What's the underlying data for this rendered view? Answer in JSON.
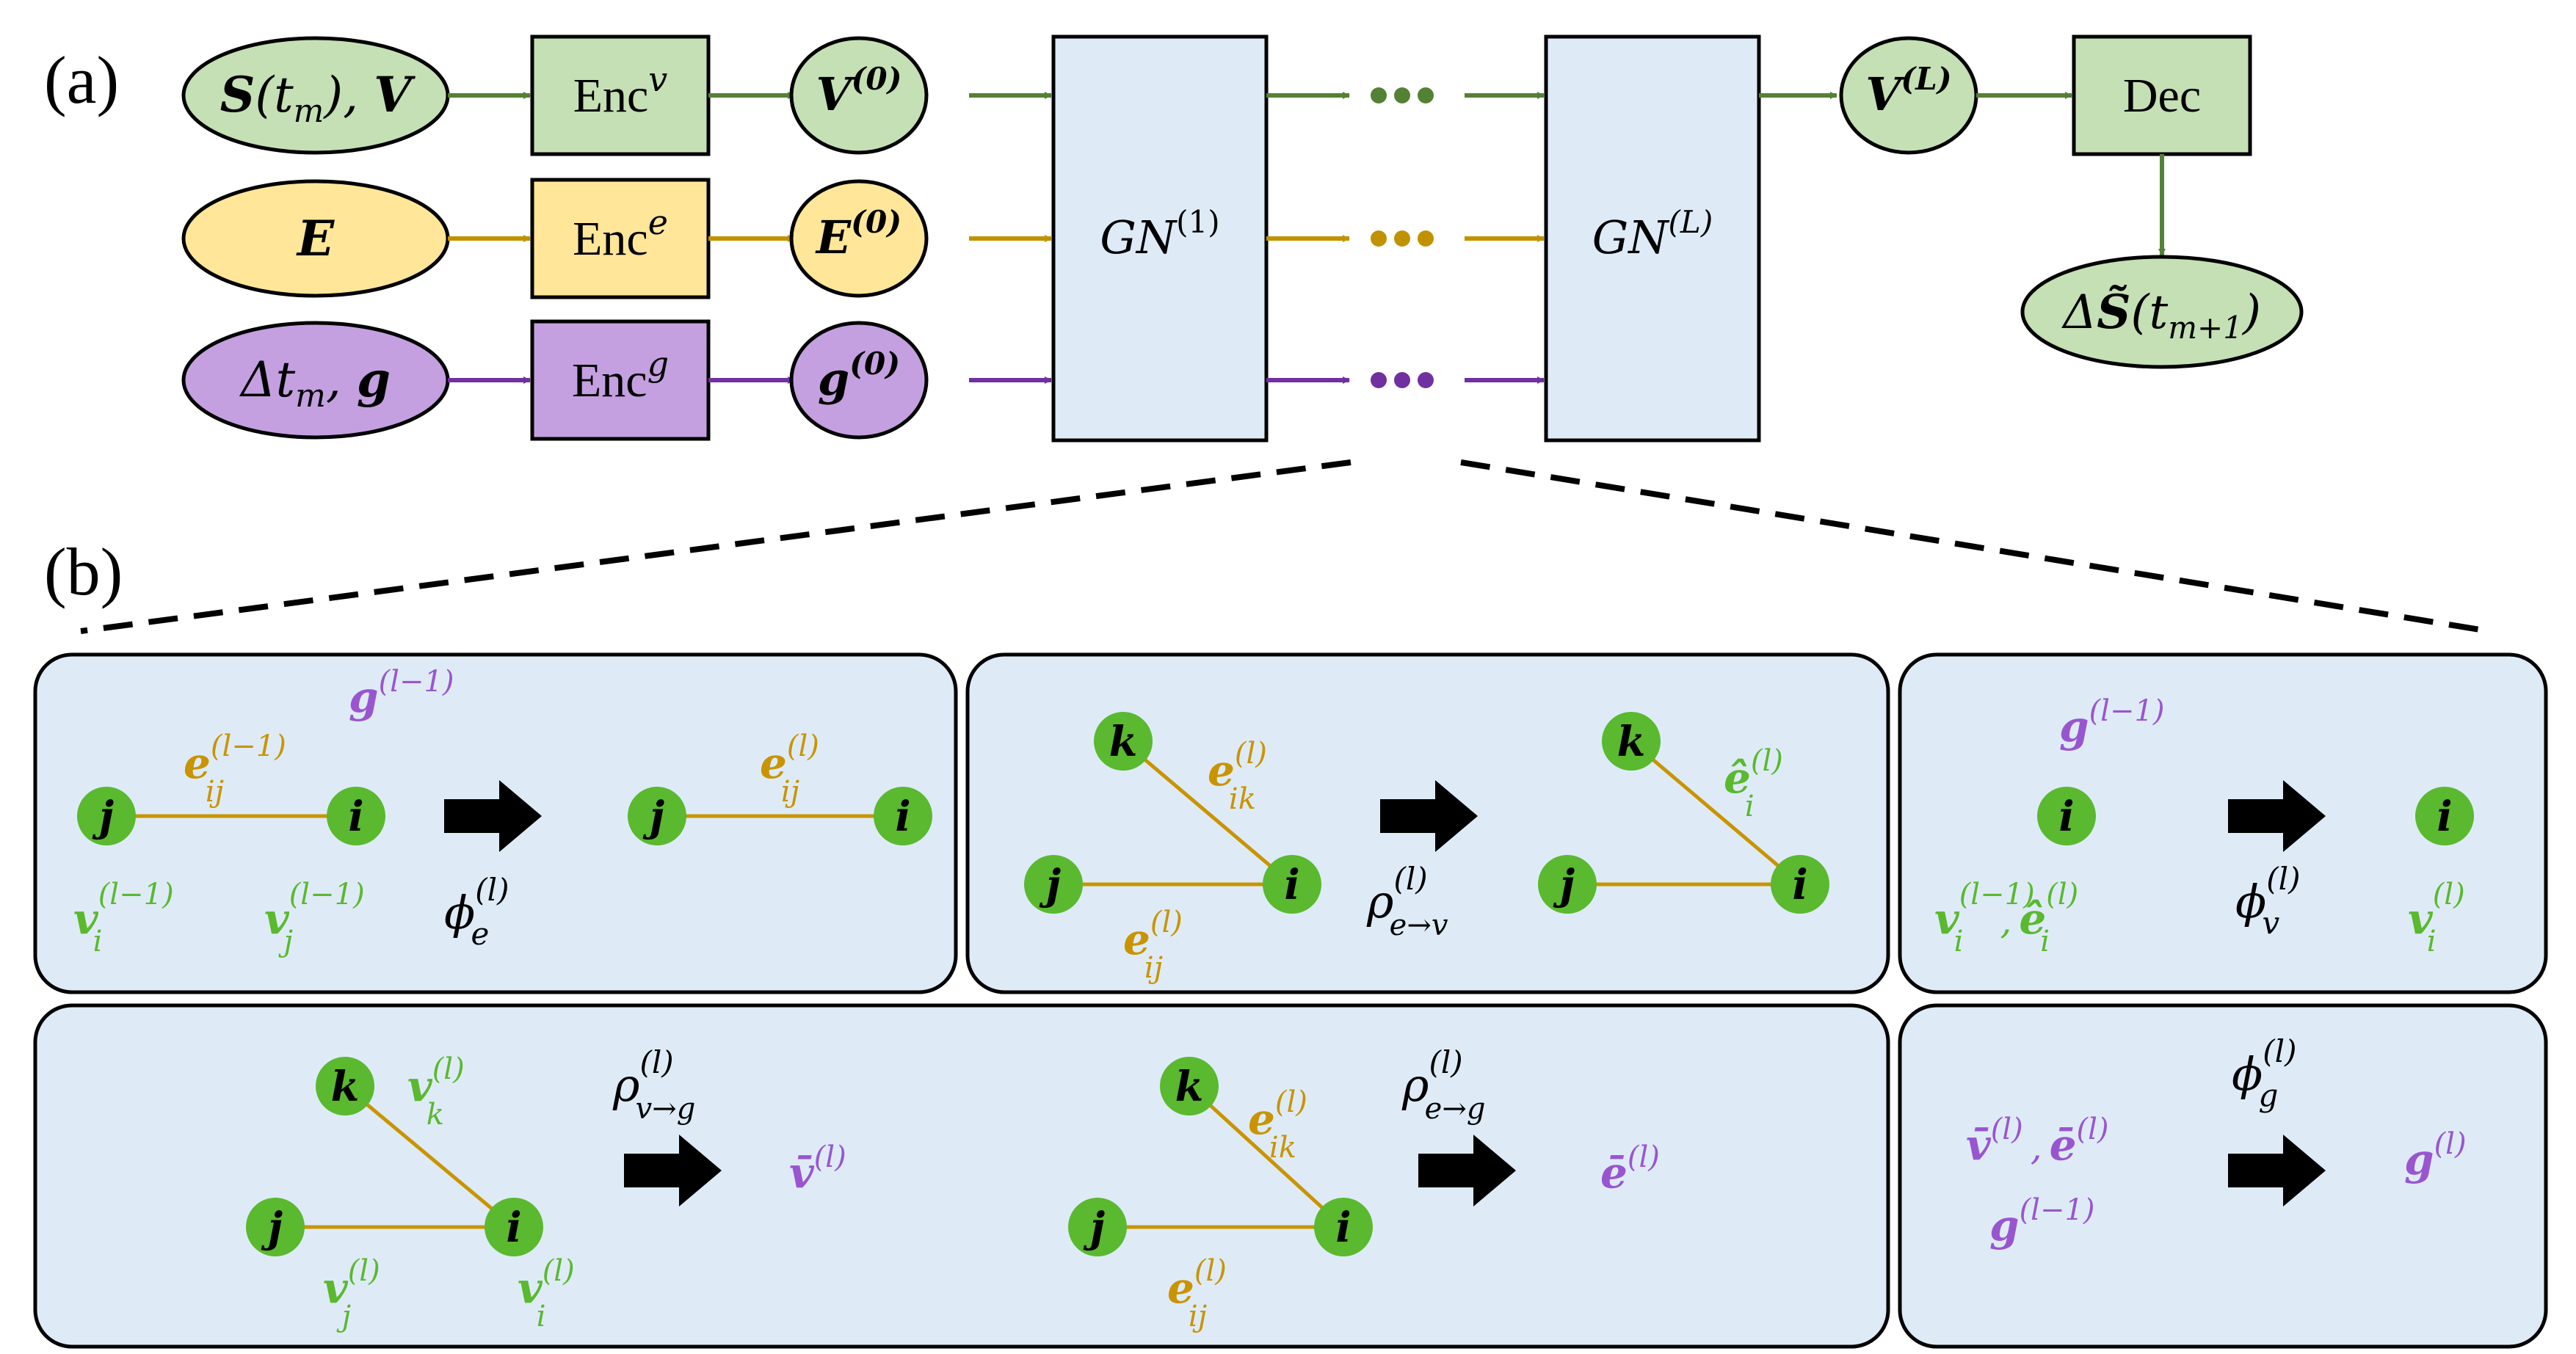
{
  "colors": {
    "green_fill": "#c5e0b4",
    "green_line": "#548235",
    "yellow_fill": "#ffe699",
    "yellow_line": "#c09200",
    "purple_fill": "#c4a0e0",
    "purple_line": "#7030a0",
    "block_fill": "#deebf7",
    "node_green": "#5ab92f",
    "edge_text": "#c99400",
    "node_text_green": "#5ab92f",
    "global_text": "#9955d0"
  },
  "panel_a": {
    "label": "(a)",
    "inputs": {
      "nodes": "S(t_m), V",
      "edges": "E",
      "globals": "Δt_m, g"
    },
    "encoders": {
      "node": "Enc^v",
      "edge": "Enc^e",
      "global": "Enc^g"
    },
    "latent": {
      "node": "V^(0)",
      "edge": "E^(0)",
      "global": "g^(0)"
    },
    "gn_first": "GN^(1)",
    "gn_last": "GN^(L)",
    "ellipsis": "•••",
    "latent_out": "V^(L)",
    "decoder": "Dec",
    "output": "ΔS̃(t_{m+1})"
  },
  "panel_b": {
    "label": "(b)",
    "steps": {
      "edge_update": "φ_e^(l)",
      "edge_to_node_agg": "ρ_{e→v}^(l)",
      "node_update": "φ_v^(l)",
      "node_to_global_agg": "ρ_{v→g}^(l)",
      "edge_to_global_agg": "ρ_{e→g}^(l)",
      "global_update": "φ_g^(l)"
    },
    "nodes": [
      "i",
      "j",
      "k"
    ]
  }
}
